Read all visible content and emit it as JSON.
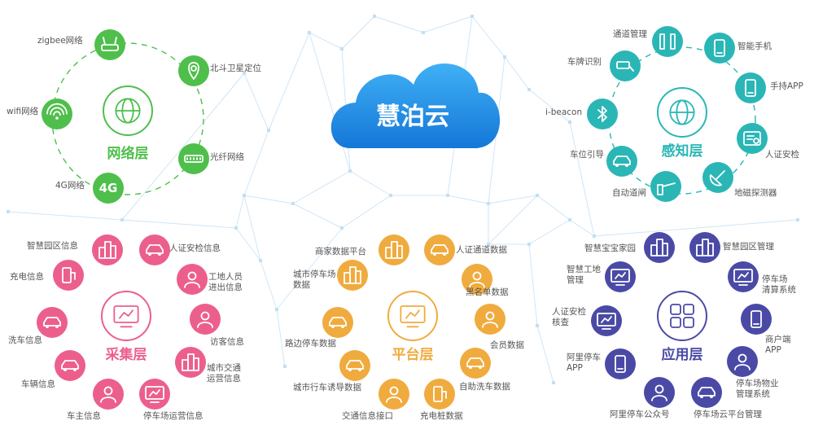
{
  "cloud": {
    "label": "慧泊云",
    "color": "#1a8fe6"
  },
  "clusters": [
    {
      "id": "network",
      "title": "网络层",
      "color": "#4fbf4c",
      "center_icon": "globe-icon",
      "nodes": [
        {
          "label": "zigbee网络",
          "icon": "router-icon"
        },
        {
          "label": "北斗卫星定位",
          "icon": "map-pin-icon"
        },
        {
          "label": "光纤网络",
          "icon": "fiber-switch-icon"
        },
        {
          "label": "4G网络",
          "icon": "4g-icon",
          "icon_text": "4G"
        },
        {
          "label": "wifi网络",
          "icon": "wifi-icon"
        }
      ]
    },
    {
      "id": "sensing",
      "title": "感知层",
      "color": "#2bb6b6",
      "center_icon": "globe-network-icon",
      "nodes": [
        {
          "label": "通道管理",
          "icon": "gate-channel-icon"
        },
        {
          "label": "智能手机",
          "icon": "smartphone-icon"
        },
        {
          "label": "手持APP",
          "icon": "handheld-device-icon"
        },
        {
          "label": "人证安检",
          "icon": "id-check-icon"
        },
        {
          "label": "地磁探测器",
          "icon": "radar-dish-icon"
        },
        {
          "label": "自动道闸",
          "icon": "barrier-gate-icon"
        },
        {
          "label": "车位引导",
          "icon": "parking-guide-icon"
        },
        {
          "label": "i-beacon",
          "icon": "bluetooth-icon"
        },
        {
          "label": "车牌识别",
          "icon": "camera-icon"
        }
      ]
    },
    {
      "id": "collection",
      "title": "采集层",
      "color": "#ec5f8d",
      "center_icon": "data-screen-icon",
      "nodes": [
        {
          "label": "智慧园区信息",
          "icon": "buildings-icon"
        },
        {
          "label": "人证安检信息",
          "icon": "id-card-icon"
        },
        {
          "label": "工地人员\n进出信息",
          "icon": "person-icon"
        },
        {
          "label": "访客信息",
          "icon": "visitors-icon"
        },
        {
          "label": "城市交通\n运营信息",
          "icon": "city-icon"
        },
        {
          "label": "停车场运营信息",
          "icon": "monitor-chart-icon"
        },
        {
          "label": "车主信息",
          "icon": "person-outline-icon"
        },
        {
          "label": "车辆信息",
          "icon": "car-side-icon"
        },
        {
          "label": "洗车信息",
          "icon": "car-wash-icon"
        },
        {
          "label": "充电信息",
          "icon": "charger-icon"
        }
      ]
    },
    {
      "id": "platform",
      "title": "平台层",
      "color": "#f0ab3e",
      "center_icon": "bar-chart-monitor-icon",
      "nodes": [
        {
          "label": "商家数据平台",
          "icon": "bank-icon"
        },
        {
          "label": "人证通道数据",
          "icon": "id-card-icon"
        },
        {
          "label": "黑名单数据",
          "icon": "person-block-icon"
        },
        {
          "label": "会员数据",
          "icon": "member-check-icon"
        },
        {
          "label": "自助洗车数据",
          "icon": "car-wash-icon"
        },
        {
          "label": "充电桩数据",
          "icon": "charger-icon"
        },
        {
          "label": "交通信息接口",
          "icon": "officer-icon"
        },
        {
          "label": "城市行车诱导数据",
          "icon": "car-front-icon"
        },
        {
          "label": "路边停车数据",
          "icon": "car-road-icon"
        },
        {
          "label": "城市停车场\n数据",
          "icon": "city-icon"
        }
      ]
    },
    {
      "id": "application",
      "title": "应用层",
      "color": "#4a4aa6",
      "center_icon": "app-grid-icon",
      "nodes": [
        {
          "label": "智慧宝宝家园",
          "icon": "home-buildings-icon"
        },
        {
          "label": "智慧园区管理",
          "icon": "buildings-icon"
        },
        {
          "label": "停车场\n清算系统",
          "icon": "monitor-doc-icon"
        },
        {
          "label": "商户端\nAPP",
          "icon": "smartphone-icon"
        },
        {
          "label": "停车场物业\n管理系统",
          "icon": "monitor-person-icon"
        },
        {
          "label": "停车场云平台管理",
          "icon": "monitor-car-icon"
        },
        {
          "label": "阿里停车公众号",
          "icon": "person-check-icon"
        },
        {
          "label": "阿里停车\nAPP",
          "icon": "smartphone-icon"
        },
        {
          "label": "人证安检\n核查",
          "icon": "monitor-id-icon"
        },
        {
          "label": "智慧工地\n管理",
          "icon": "monitor-hammer-icon"
        }
      ]
    }
  ]
}
